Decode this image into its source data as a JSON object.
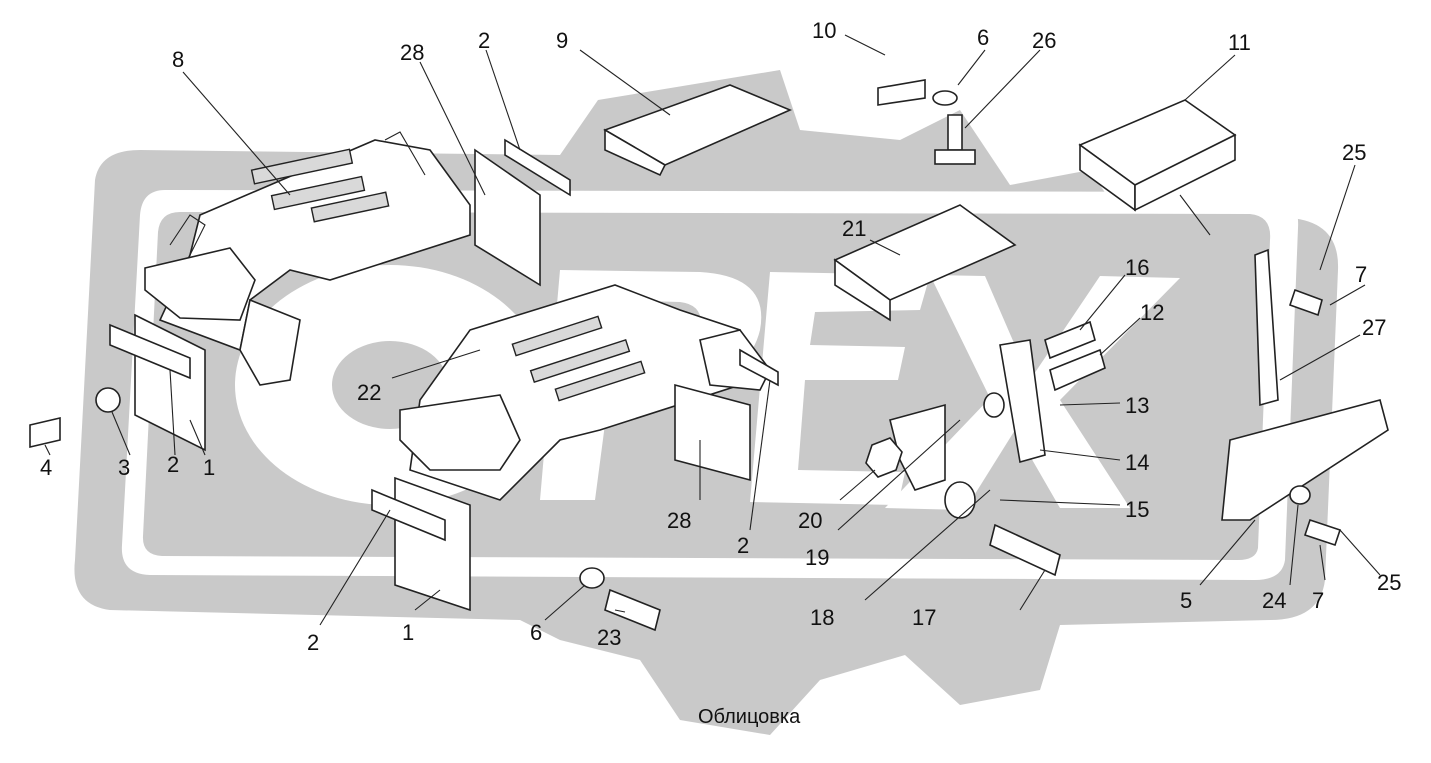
{
  "caption": "Облицовка",
  "watermark": {
    "color": "#c9c9c9"
  },
  "labels": [
    "1",
    "1",
    "2",
    "2",
    "2",
    "2",
    "2",
    "3",
    "4",
    "5",
    "6",
    "6",
    "7",
    "7",
    "8",
    "9",
    "10",
    "11",
    "12",
    "13",
    "14",
    "15",
    "16",
    "17",
    "18",
    "19",
    "20",
    "21",
    "22",
    "23",
    "24",
    "25",
    "25",
    "26",
    "27",
    "28",
    "28"
  ]
}
